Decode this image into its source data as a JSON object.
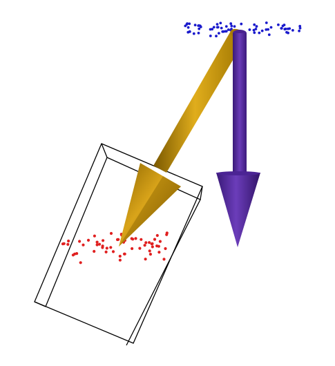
{
  "scene": {
    "background": "#ffffff",
    "box": {
      "stroke": "#000000"
    },
    "arrows": [
      {
        "name": "gold-arrow",
        "color": "#c9950e",
        "shade": "#8a6400"
      },
      {
        "name": "purple-arrow",
        "color": "#5a2d9c",
        "shade": "#2f1466"
      }
    ],
    "point_clouds": [
      {
        "name": "blue-point-cloud",
        "color": "#1a1acc",
        "count": 70
      },
      {
        "name": "red-point-cloud",
        "color": "#e02020",
        "count": 60
      }
    ]
  }
}
